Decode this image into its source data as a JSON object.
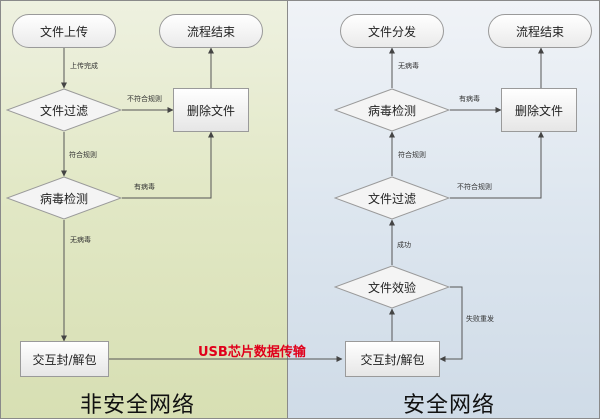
{
  "zones": {
    "left_title": "非安全网络",
    "right_title": "安全网络"
  },
  "left": {
    "upload": "文件上传",
    "end": "流程结束",
    "filter": "文件过滤",
    "delete": "删除文件",
    "virus": "病毒检测",
    "pack": "交互封/解包",
    "lbl_upload_done": "上传完成",
    "lbl_not_match": "不符合规则",
    "lbl_match": "符合规则",
    "lbl_has_virus": "有病毒",
    "lbl_no_virus": "无病毒"
  },
  "right": {
    "distribute": "文件分发",
    "end": "流程结束",
    "virus": "病毒检测",
    "delete": "删除文件",
    "filter": "文件过滤",
    "verify": "文件效验",
    "pack": "交互封/解包",
    "lbl_no_virus": "无病毒",
    "lbl_has_virus": "有病毒",
    "lbl_match": "符合规则",
    "lbl_not_match": "不符合规则",
    "lbl_success": "成功",
    "lbl_fail_resend": "失败重发"
  },
  "usb_label": "USB芯片数据传输"
}
